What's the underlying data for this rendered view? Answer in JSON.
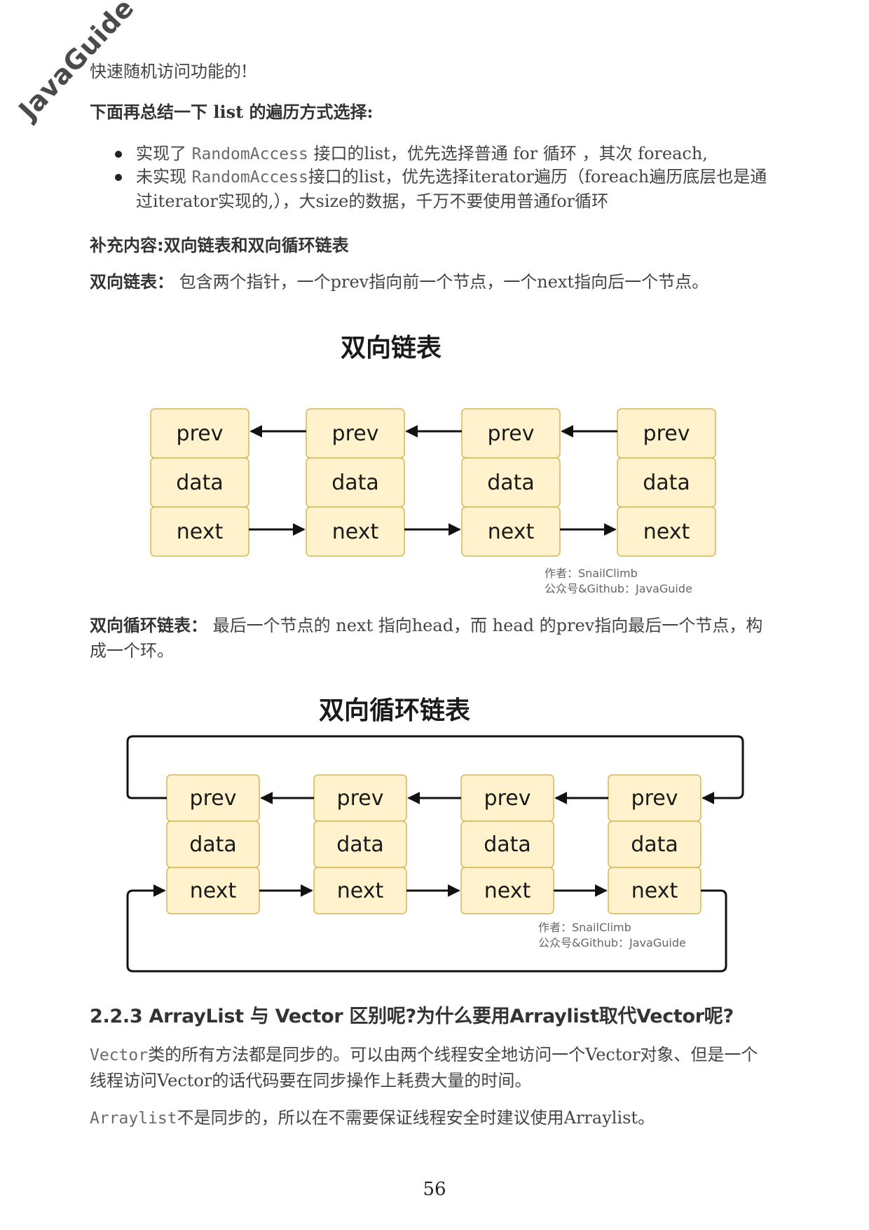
{
  "watermark": "JavaGuide",
  "intro_tail": "快速随机访问功能的!",
  "traversal_heading": "下面再总结一下 list 的遍历方式选择:",
  "bullets": [
    {
      "pre": "实现了 ",
      "code": "RandomAccess",
      "post": " 接口的list，优先选择普通 for 循环 ，其次 foreach,"
    },
    {
      "pre": "未实现 ",
      "code": "RandomAccess",
      "post": "接口的list，优先选择iterator遍历（foreach遍历底层也是通过iterator实现的,），大size的数据，千万不要使用普通for循环"
    }
  ],
  "supplement_heading": "补充内容:双向链表和双向循环链表",
  "doubly": {
    "label": "双向链表：",
    "text": " 包含两个指针，一个prev指向前一个节点，一个next指向后一个节点。"
  },
  "diagram1": {
    "title": "双向链表",
    "nodes": [
      {
        "fields": [
          "prev",
          "data",
          "next"
        ]
      },
      {
        "fields": [
          "prev",
          "data",
          "next"
        ]
      },
      {
        "fields": [
          "prev",
          "data",
          "next"
        ]
      },
      {
        "fields": [
          "prev",
          "data",
          "next"
        ]
      }
    ],
    "credit_author": "作者：SnailClimb",
    "credit_account": "公众号&Github：JavaGuide"
  },
  "circular": {
    "label": "双向循环链表：",
    "text": " 最后一个节点的 next 指向head，而 head 的prev指向最后一个节点，构成一个环。"
  },
  "diagram2": {
    "title": "双向循环链表",
    "nodes": [
      {
        "fields": [
          "prev",
          "data",
          "next"
        ]
      },
      {
        "fields": [
          "prev",
          "data",
          "next"
        ]
      },
      {
        "fields": [
          "prev",
          "data",
          "next"
        ]
      },
      {
        "fields": [
          "prev",
          "data",
          "next"
        ]
      }
    ],
    "credit_author": "作者：SnailClimb",
    "credit_account": "公众号&Github：JavaGuide"
  },
  "section_heading": "2.2.3 ArrayList 与 Vector 区别呢?为什么要用Arraylist取代Vector呢?",
  "vector_para": {
    "code": "Vector",
    "text": "类的所有方法都是同步的。可以由两个线程安全地访问一个Vector对象、但是一个线程访问Vector的话代码要在同步操作上耗费大量的时间。"
  },
  "arraylist_para": {
    "code": "Arraylist",
    "text": "不是同步的，所以在不需要保证线程安全时建议使用Arraylist。"
  },
  "page_number": "56"
}
